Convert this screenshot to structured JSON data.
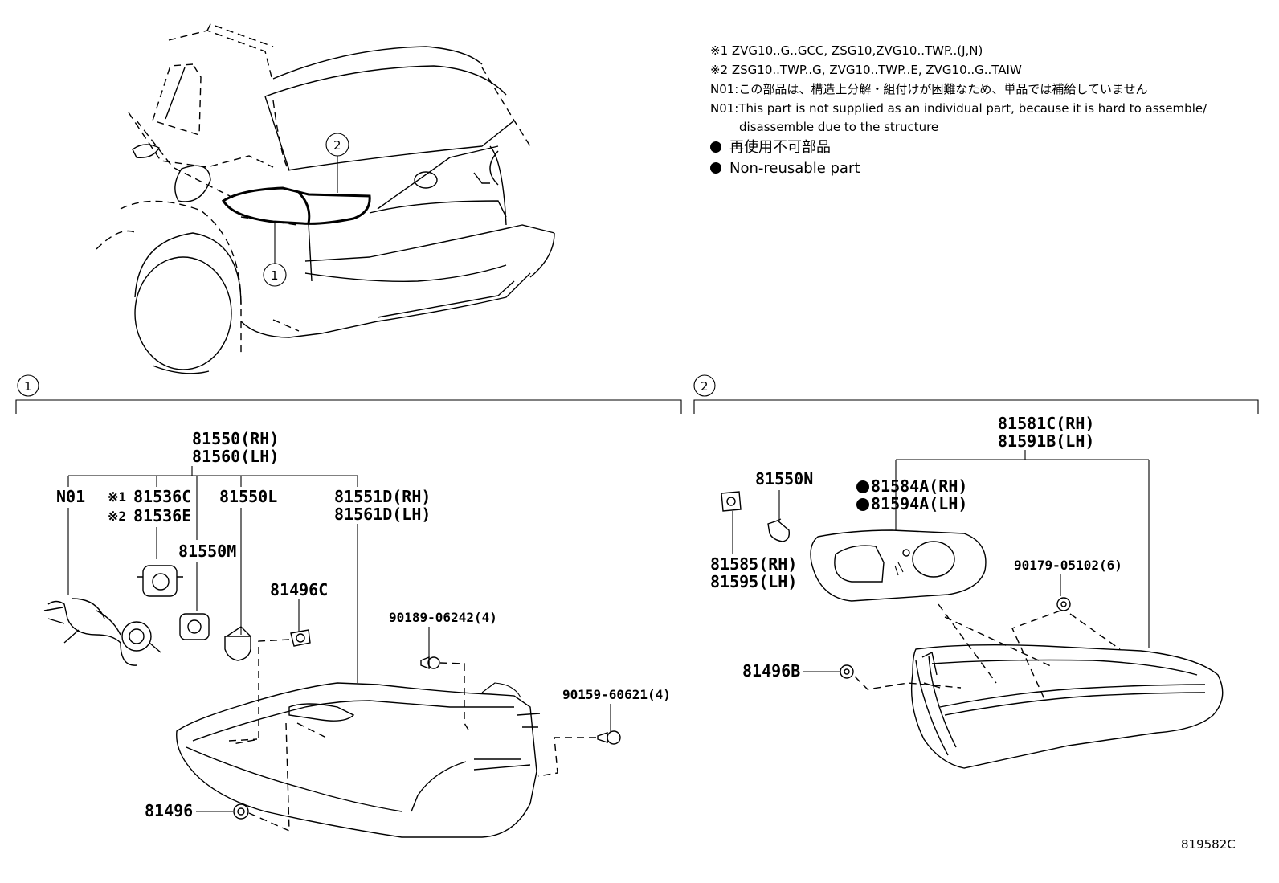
{
  "notes": {
    "line1": "※1 ZVG10..G..GCC, ZSG10,ZVG10..TWP..(J,N)",
    "line2": "※2 ZSG10..TWP..G, ZVG10..TWP..E, ZVG10..G..TAIW",
    "line3": "N01:この部品は、構造上分解・組付けが困難なため、単品では補給していません",
    "line4": "N01:This part is not supplied as an individual part, because it is hard to assemble/",
    "line5": "disassemble due to the structure",
    "legend_jp": "再使用不可部品",
    "legend_en": "Non-reusable part"
  },
  "overview": {
    "callout_1": "1",
    "callout_2": "2"
  },
  "section1": {
    "marker": "1",
    "labels": {
      "p81550": "81550(RH)",
      "p81560": "81560(LH)",
      "n01": "N01",
      "mark1": "※1",
      "p81536c": "81536C",
      "mark2": "※2",
      "p81536e": "81536E",
      "p81550l": "81550L",
      "p81551d": "81551D(RH)",
      "p81561d": "81561D(LH)",
      "p81550m": "81550M",
      "p81496c": "81496C",
      "p90189": "90189-06242(4)",
      "p90159": "90159-60621(4)",
      "p81496": "81496"
    }
  },
  "section2": {
    "marker": "2",
    "labels": {
      "p81581c": "81581C(RH)",
      "p81591b": "81591B(LH)",
      "p81550n": "81550N",
      "p81584a": "81584A(RH)",
      "p81594a": "81594A(LH)",
      "p81585": "81585(RH)",
      "p81595": "81595(LH)",
      "p90179": "90179-05102(6)",
      "p81496b": "81496B"
    }
  },
  "figure_id": "819582C"
}
